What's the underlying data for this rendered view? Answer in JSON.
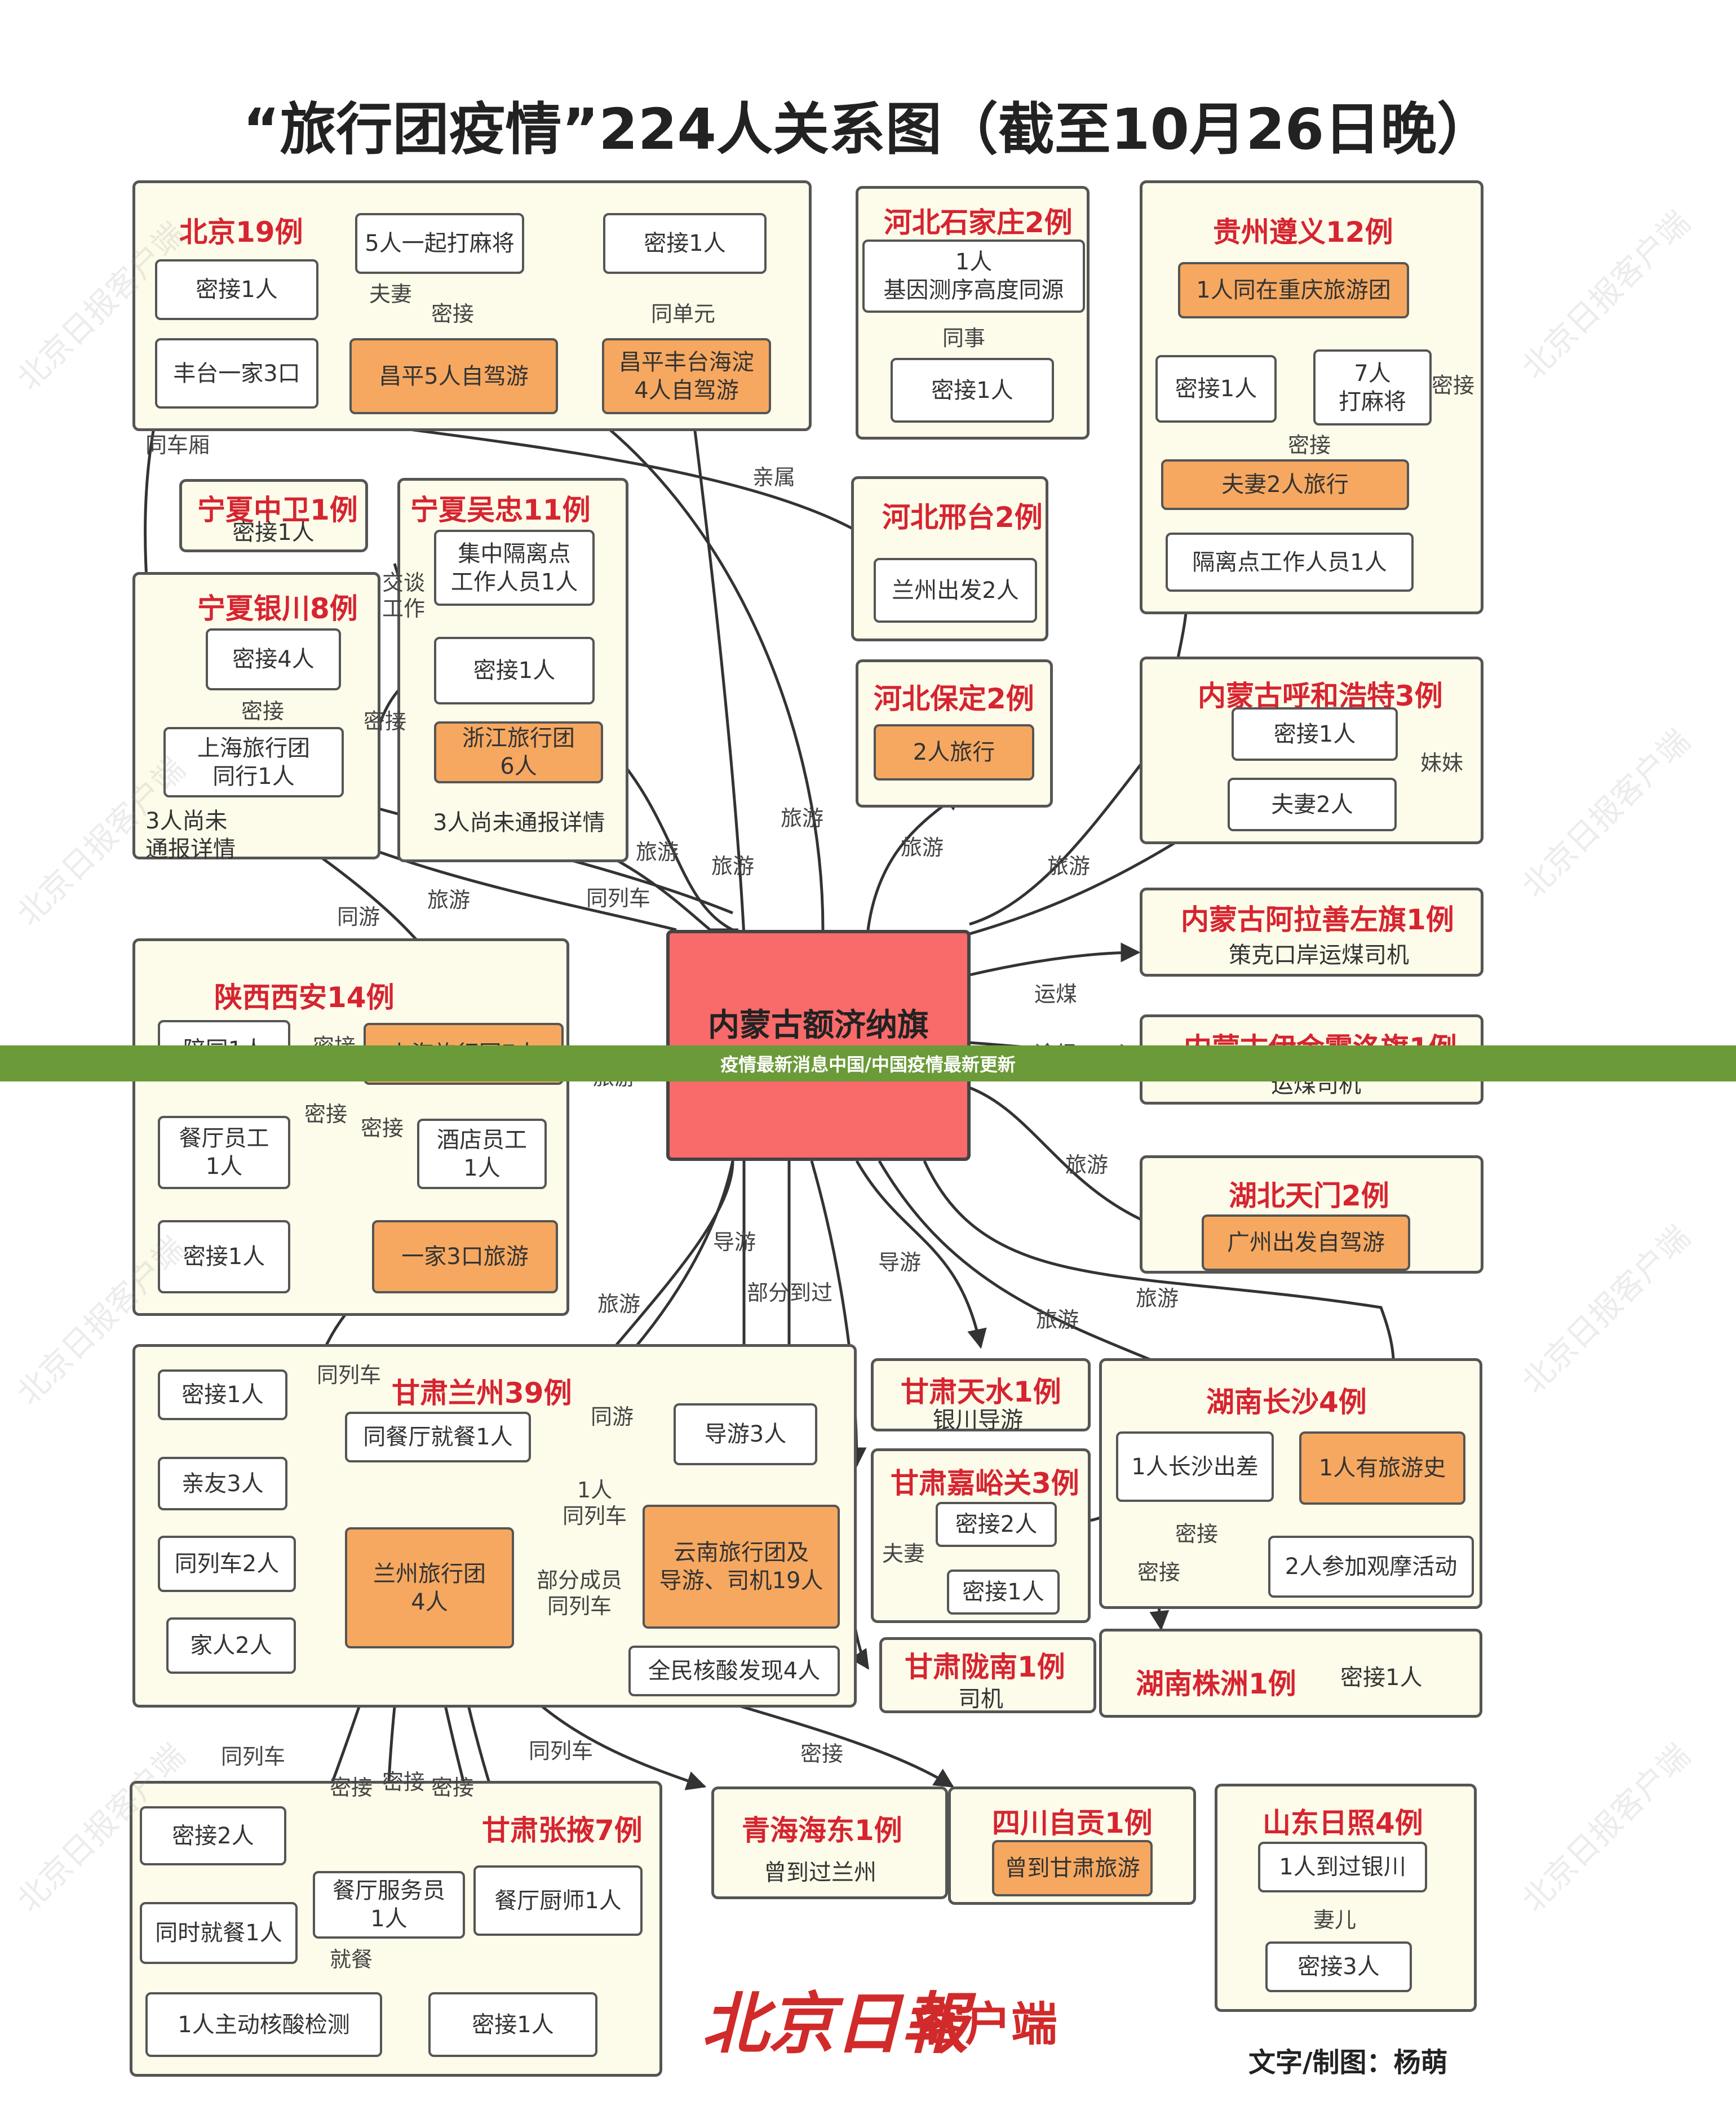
{
  "title": "“旅行团疫情”224人关系图（截至10月26日晚）",
  "watermark": "北京日报客户端",
  "banner": "疫情最新消息中国/中国疫情最新更新",
  "logo": "北京日報",
  "logo_suffix": "客户端",
  "credit": "文字/制图：杨萌",
  "groups": {
    "beijing": "北京19例",
    "hebei_sjz": "河北石家庄2例",
    "guizhou": "贵州遵义12例",
    "ningxia_zw": "宁夏中卫1例",
    "ningxia_wz": "宁夏吴忠11例",
    "hebei_xt": "河北邢台2例",
    "ningxia_yc": "宁夏银川8例",
    "hebei_bd": "河北保定2例",
    "nmg_hh": "内蒙古呼和浩特3例",
    "nmg_alsz": "内蒙古阿拉善左旗1例",
    "shaanxi": "陕西西安14例",
    "nmg_yjhl": "内蒙古伊金霍洛旗1例",
    "hubei": "湖北天门2例",
    "gansu_lz": "甘肃兰州39例",
    "gansu_ts": "甘肃天水1例",
    "gansu_jyg": "甘肃嘉峪关3例",
    "hunan_cs": "湖南长沙4例",
    "hunan_zz": "湖南株洲1例",
    "gansu_ln": "甘肃陇南1例",
    "gansu_zy": "甘肃张掖7例",
    "qinghai": "青海海东1例",
    "sichuan": "四川自贡1例",
    "shandong": "山东日照4例"
  },
  "nodes": {
    "hub": "内蒙古额济纳旗\n224例",
    "bj_mj": "5人一起打麻将",
    "bj_mj1": "密接1人",
    "bj_mj1b": "密接1人",
    "bj_ft": "丰台一家3口",
    "bj_cp": "昌平5人自驾游",
    "bj_cpft": "昌平丰台海淀\n4人自驾游",
    "sjz_1": "1人\n基因测序高度同源",
    "sjz_mj": "密接1人",
    "gz_cq": "1人同在重庆旅游团",
    "gz_mj": "密接1人",
    "gz_7": "7人\n打麻将",
    "gz_fq": "夫妻2人旅行",
    "gz_gld": "隔离点工作人员1人",
    "zw_mj": "密接1人",
    "wz_gl": "集中隔离点\n工作人员1人",
    "wz_mj": "密接1人",
    "wz_zj": "浙江旅行团\n6人",
    "wz_note": "3人尚未通报详情",
    "xt_lz": "兰州出发2人",
    "yc_mj4": "密接4人",
    "yc_sh": "上海旅行团\n同行1人",
    "yc_note": "3人尚未\n通报详情",
    "bd_2": "2人旅行",
    "hh_mj": "密接1人",
    "hh_fq": "夫妻2人",
    "alsz_note": "策克口岸运煤司机",
    "yjhl_note": "运煤司机",
    "sx_pt": "陪同1人",
    "sx_sh": "上海旅行团7人",
    "sx_ct": "餐厅员工\n1人",
    "sx_jd": "酒店员工\n1人",
    "sx_mj": "密接1人",
    "sx_yj": "一家3口旅游",
    "ht_gz": "广州出发自驾游",
    "lz_mj": "密接1人",
    "lz_tct": "同餐厅就餐1人",
    "lz_qy": "亲友3人",
    "lz_tlc": "同列车2人",
    "lz_jr": "家人2人",
    "lz_lxt": "兰州旅行团\n4人",
    "lz_dy": "导游3人",
    "lz_yn": "云南旅行团及\n导游、司机19人",
    "lz_qm": "全民核酸发现4人",
    "ts_note": "银川导游",
    "jyg_mj2": "密接2人",
    "jyg_mj1": "密接1人",
    "cs_cc": "1人长沙出差",
    "cs_ly": "1人有旅游史",
    "cs_gm": "2人参加观摩活动",
    "zz_mj": "密接1人",
    "ln_note": "司机",
    "zy_mj2": "密接2人",
    "zy_cfy": "餐厅服务员\n1人",
    "zy_cs": "餐厅厨师1人",
    "zy_tsjc": "同时就餐1人",
    "zy_hs": "1人主动核酸检测",
    "zy_mj1": "密接1人",
    "qh_note": "曾到过兰州",
    "sc_gs": "曾到甘肃旅游",
    "sd_yc": "1人到过银川",
    "sd_mj": "密接3人"
  },
  "edge_labels": {
    "fuqi1": "夫妻",
    "mijie1": "密接",
    "tongdanyuan": "同单元",
    "tongchexiang": "同车厢",
    "qinshu": "亲属",
    "tongshi": "同事",
    "mijie_gz": "密接",
    "mijie_gz2": "密接",
    "jiaotan": "交谈\n工作",
    "mijie_yc": "密接",
    "mijie_yc2": "密接",
    "meimei": "妹妹",
    "lvyou1": "旅游",
    "lvyou2": "旅游",
    "lvyou3": "旅游",
    "lvyou4": "旅游",
    "lvyou5": "旅游",
    "tonglieche1": "同列车",
    "tongyou": "同游",
    "lvyou6": "旅游",
    "yunmei": "运煤",
    "tujing": "途经",
    "lvyou7": "旅游",
    "mijie_sx1": "密接",
    "mijie_sx2": "密接",
    "mijie_sx3": "密接",
    "daoyou1": "导游",
    "bufen": "部分到过",
    "daoyou2": "导游",
    "lvyou8": "旅游",
    "lvyou9": "旅游",
    "lvyou10": "旅游",
    "tonglieche2": "同列车",
    "tongyou2": "同游",
    "yiren": "1人\n同列车",
    "bufency": "部分成员\n同列车",
    "fuqi2": "夫妻",
    "mijie_cs1": "密接",
    "mijie_cs2": "密接",
    "tonglieche3": "同列车",
    "tonglieche4": "同列车",
    "mijie_zy1": "密接",
    "mijie_zy2": "密接",
    "mijie_zy3": "密接",
    "mijie_sc": "密接",
    "jiucan": "就餐",
    "qier": "妻儿"
  }
}
